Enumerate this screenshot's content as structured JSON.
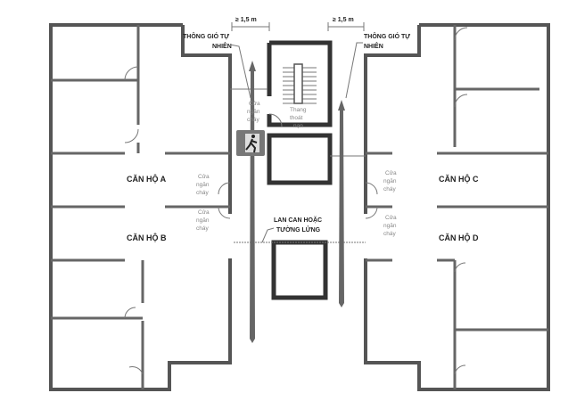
{
  "labels": {
    "ventilation_left": [
      "THÔNG GIÓ TỰ",
      "NHIÊN"
    ],
    "ventilation_right": [
      "THÔNG GIÓ TỰ",
      "NHIÊN"
    ],
    "width_left": "≥ 1,5 m",
    "width_right": "≥ 1,5 m",
    "apartment_a": "CĂN HỘ A",
    "apartment_b": "CĂN HỘ B",
    "apartment_c": "CĂN HỘ C",
    "apartment_d": "CĂN HỘ D",
    "fire_door": [
      "Cửa",
      "ngăn",
      "cháy"
    ],
    "escape_stair": [
      "Thang",
      "thoát",
      "nạn"
    ],
    "railing": [
      "LAN CAN HOẶC",
      "TƯỜNG LỬNG"
    ]
  },
  "icons": [
    "emergency-exit-sign-icon",
    "airflow-arrow-icon"
  ],
  "colors": {
    "wall": "#555555",
    "exit_sign": "#777777"
  }
}
